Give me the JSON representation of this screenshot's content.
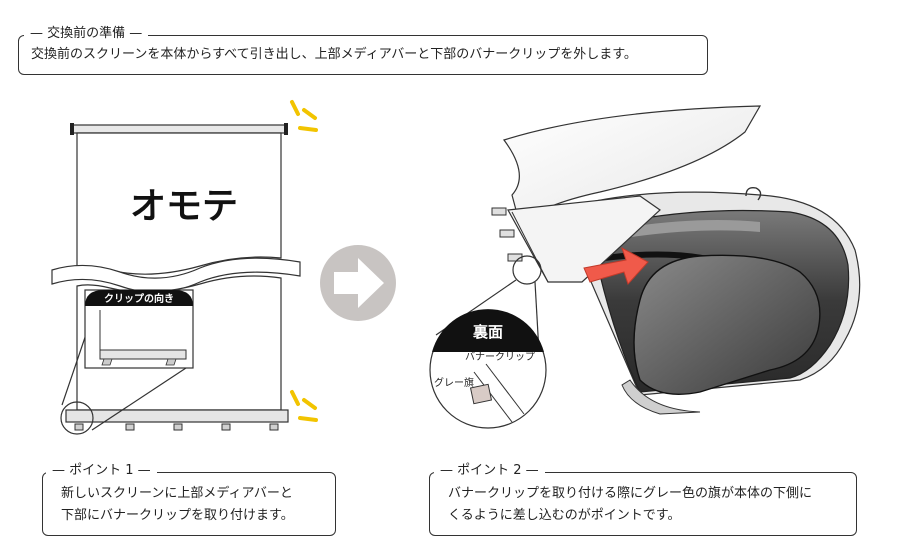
{
  "intro": {
    "title": "交換前の準備",
    "text": "交換前のスクリーンを本体からすべて引き出し、上部メディアバーと下部のバナークリップを外します。"
  },
  "front_panel": {
    "label": "オモテ",
    "inset_title": "クリップの向き"
  },
  "back_inset": {
    "title": "裏面",
    "clip_label": "バナークリップ",
    "flag_label": "グレー旗"
  },
  "point1": {
    "title": "ポイント 1",
    "line1": "新しいスクリーンに上部メディアバーと",
    "line2": "下部にバナークリップを取り付けます。"
  },
  "point2": {
    "title": "ポイント 2",
    "line1": "バナークリップを取り付ける際にグレー色の旗が本体の下側に",
    "line2": "くるように差し込むのがポイントです。"
  },
  "colors": {
    "outline": "#333333",
    "arrow_gray": "#c8c4c2",
    "accent_yellow": "#f2c400",
    "housing_dark": "#4a4a4a",
    "red_arrow": "#f05a4a",
    "flag_gray": "#d8cbc6"
  }
}
